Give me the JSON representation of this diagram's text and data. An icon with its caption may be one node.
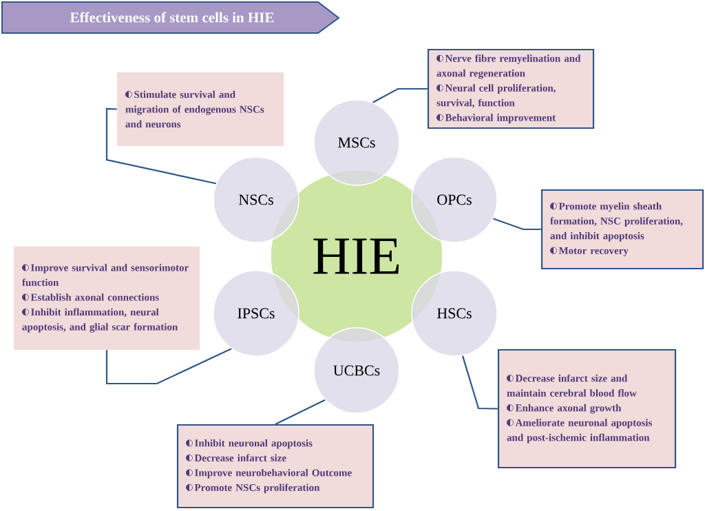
{
  "diagram": {
    "title": "Effectiveness of stem cells in HIE",
    "nodes": [
      {
        "text": [
          "HIE"
        ]
      },
      {
        "text": [
          "MSCs"
        ]
      },
      {
        "text": [
          "OPCs"
        ]
      },
      {
        "text": [
          "HSCs"
        ]
      },
      {
        "text": [
          "UCBCs"
        ]
      },
      {
        "text": [
          "IPSCs"
        ]
      },
      {
        "text": [
          "NSCs"
        ]
      },
      {
        "text": [
          "Stimulate survival and migration of endogenous NSCs and neurons"
        ]
      },
      {
        "text": [
          "Nerve fibre remyelination and axonal regeneration",
          "Neural cell proliferation, survival, function",
          "Behavioral improvement"
        ]
      },
      {
        "text": [
          "Promote myelin sheath formation, NSC proliferation, and inhibit apoptosis",
          "Motor recovery"
        ]
      },
      {
        "text": [
          "Improve survival and sensorimotor function",
          "Establish axonal connections",
          "Inhibit inflammation, neural apoptosis, and glial scar formation"
        ]
      },
      {
        "text": [
          "Decrease infarct size and maintain cerebral blood flow",
          "Enhance axonal growth",
          "Ameliorate neuronal apoptosis and post-ischemic inflammation"
        ]
      },
      {
        "text": [
          "Inhibit neuronal apoptosis",
          "Decrease infarct size",
          "Improve neurobehavioral Outcome",
          "Promote NSCs proliferation"
        ]
      }
    ],
    "edges": [
      {
        "from": 6,
        "to": 7,
        "arrow": "none"
      },
      {
        "from": 1,
        "to": 8,
        "arrow": "none"
      },
      {
        "from": 2,
        "to": 9,
        "arrow": "none"
      },
      {
        "from": 3,
        "to": 11,
        "arrow": "none"
      },
      {
        "from": 4,
        "to": 12,
        "arrow": "none"
      },
      {
        "from": 5,
        "to": 10,
        "arrow": "none"
      }
    ]
  }
}
